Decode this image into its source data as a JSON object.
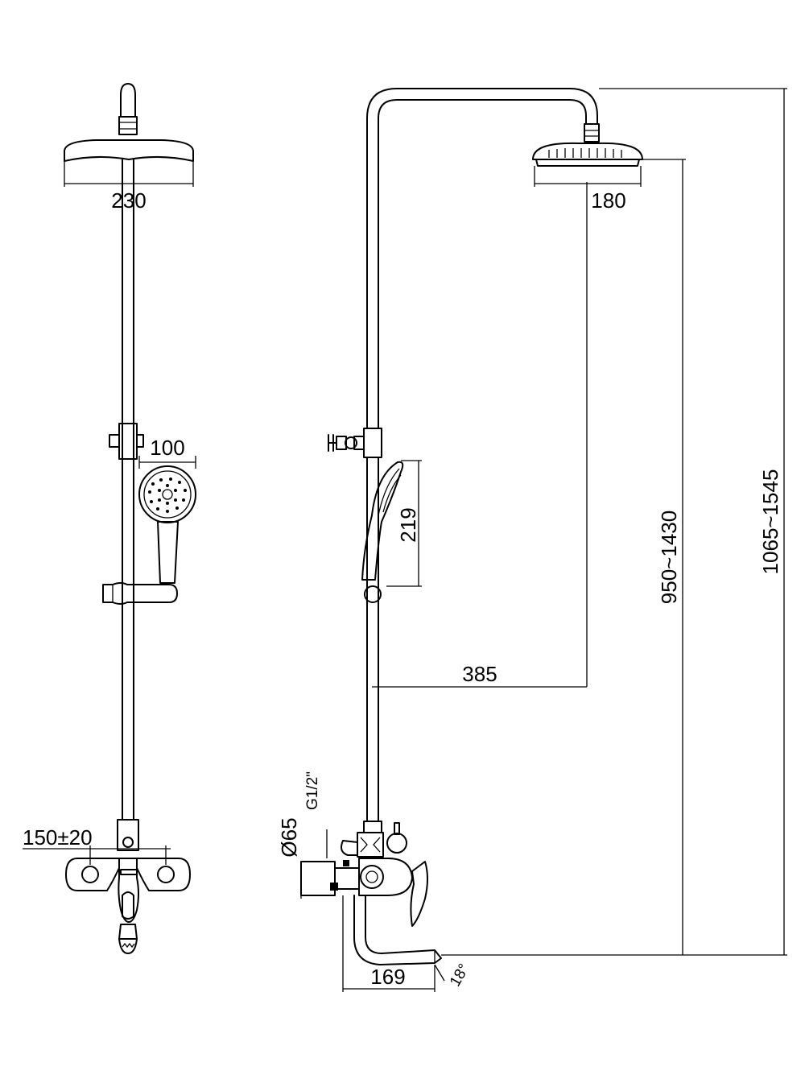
{
  "dimensions": {
    "rain_head_front_width": "230",
    "hand_shower_diameter": "100",
    "inlet_spacing": "150±20",
    "rain_head_side_width": "180",
    "hand_shower_length": "219",
    "arm_projection": "385",
    "shower_head_height": "950~1430",
    "total_height": "1065~1545",
    "escutcheon_diameter": "Ø65",
    "inlet_thread": "G1/2\"",
    "spout_projection": "169",
    "spout_angle": "18°"
  },
  "colors": {
    "line": "#000000",
    "background": "#ffffff"
  }
}
